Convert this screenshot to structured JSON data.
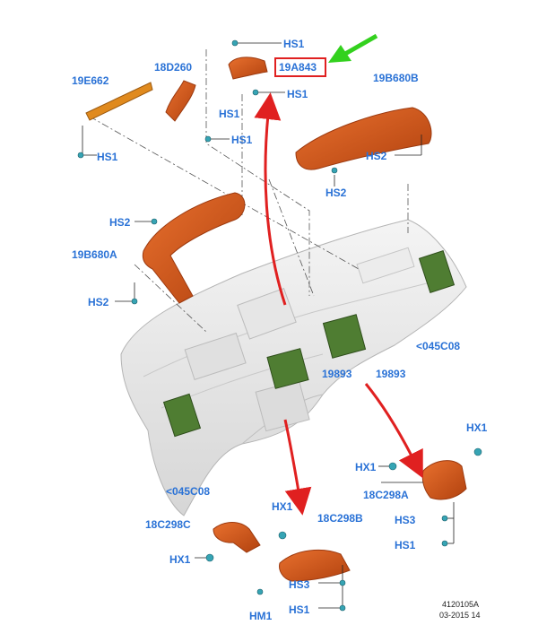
{
  "labels": {
    "hs1_top": "HS1",
    "p19A843": "19A843",
    "p18D260": "18D260",
    "p19E662": "19E662",
    "hs1_a": "HS1",
    "hs1_b": "HS1",
    "hs1_c": "HS1",
    "hs1_d": "HS1",
    "p19B680B": "19B680B",
    "hs2_a": "HS2",
    "hs2_b": "HS2",
    "hs2_c": "HS2",
    "p19B680A": "19B680A",
    "hs2_d": "HS2",
    "p045C08_r": "<045C08",
    "p19893_a": "19893",
    "p19893_b": "19893",
    "p045C08_l": "<045C08",
    "hx1_a": "HX1",
    "hx1_b": "HX1",
    "p18C298A": "18C298A",
    "hs3_a": "HS3",
    "hs1_e": "HS1",
    "p18C298C": "18C298C",
    "hx1_c": "HX1",
    "p18C298B": "18C298B",
    "hx1_d": "HX1",
    "hs3_b": "HS3",
    "hs1_f": "HS1",
    "hm1": "HM1"
  },
  "reference": {
    "code": "4120105A",
    "date": "03-2015 14"
  },
  "colors": {
    "label": "#2a72d6",
    "duct": "#d2531a",
    "duct_dark": "#9c3a10",
    "vent_green": "#4f7d32",
    "highlight_box": "#e02020",
    "red_arrow": "#e02020",
    "green_arrow": "#33d11e",
    "fastener": "#36a4b4"
  }
}
